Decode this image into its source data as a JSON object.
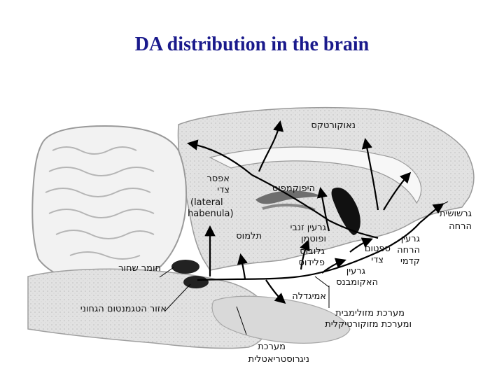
{
  "title": "DA distribution in the brain",
  "labels": {
    "neocortex": "נאוקורטקס",
    "lateral_habenula_he_1": "אפסר",
    "lateral_habenula_he_2": "צדי",
    "lateral_habenula_en_1": "(lateral",
    "lateral_habenula_en_2": "habenula)",
    "hippocampus": "היפוקמפוס",
    "olfactory_bulb_1": "גרשושית",
    "olfactory_bulb_2": "הרחה",
    "thalamus": "תלמוס",
    "dentate_nucleus_1": "גרעין זנבי",
    "dentate_nucleus_2": "ופוטמן",
    "globus_pallidus_1": "גלובוס",
    "globus_pallidus_2": "פלידוס",
    "septum_1": "ספטום",
    "septum_2": "צדי",
    "anterior_olfactory_1": "גרעין",
    "anterior_olfactory_2": "הרחה",
    "anterior_olfactory_3": "קדמי",
    "substantia_nigra": "חומר שחור",
    "accumbens_1": "גרעין",
    "accumbens_2": "האקומבנס",
    "ventral_tegmental": "אזור הטגמנטום הגחוני",
    "amygdala": "אמיגדלה",
    "mesolimbic_1": "מערכת מזולימבית",
    "mesolimbic_2": "ומערכת מזוקורטיקלית",
    "nigrostriatal_1": "מערכת",
    "nigrostriatal_2": "ניגרוסטריאטלית"
  }
}
